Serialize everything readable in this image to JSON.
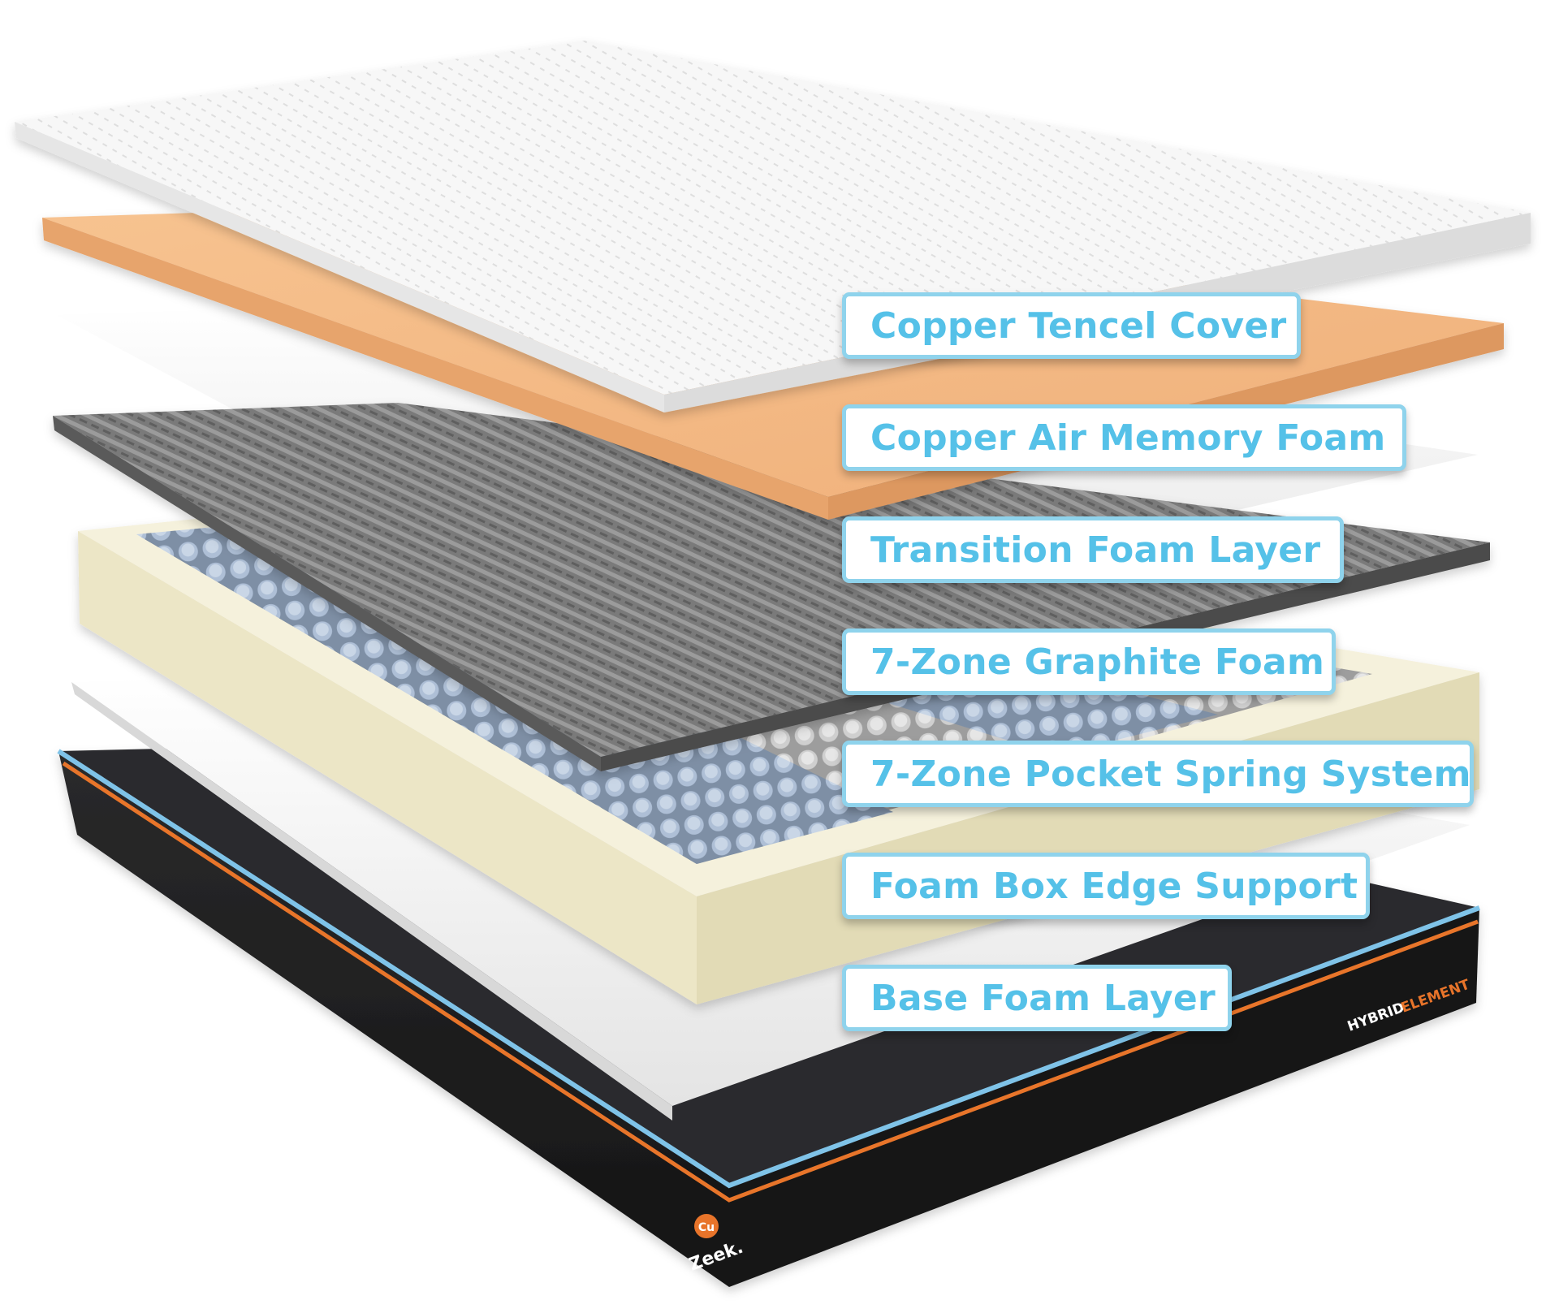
{
  "labels": {
    "copper_tencel_cover": "Copper Tencel Cover",
    "copper_air_memory_foam": "Copper Air Memory Foam",
    "transition_foam_layer": "Transition Foam Layer",
    "graphite_foam": "7-Zone Graphite Foam",
    "pocket_spring_system": "7-Zone Pocket Spring System",
    "foam_box_edge_support": "Foam Box Edge Support",
    "base_foam_layer": "Base Foam Layer"
  },
  "base": {
    "model_prefix": "HYBRID",
    "model_suffix": "ELEMENT",
    "brand": "Zeek.",
    "logo_symbol": "Cu"
  },
  "colors": {
    "label_text": "#55c1e8",
    "label_border": "#8fd3ec",
    "copper": "#f3b47f",
    "edge_cream": "#f3efd6",
    "base_black": "#1e1e1f",
    "accent_orange": "#e8742a",
    "accent_blue": "#7fc3e8"
  }
}
